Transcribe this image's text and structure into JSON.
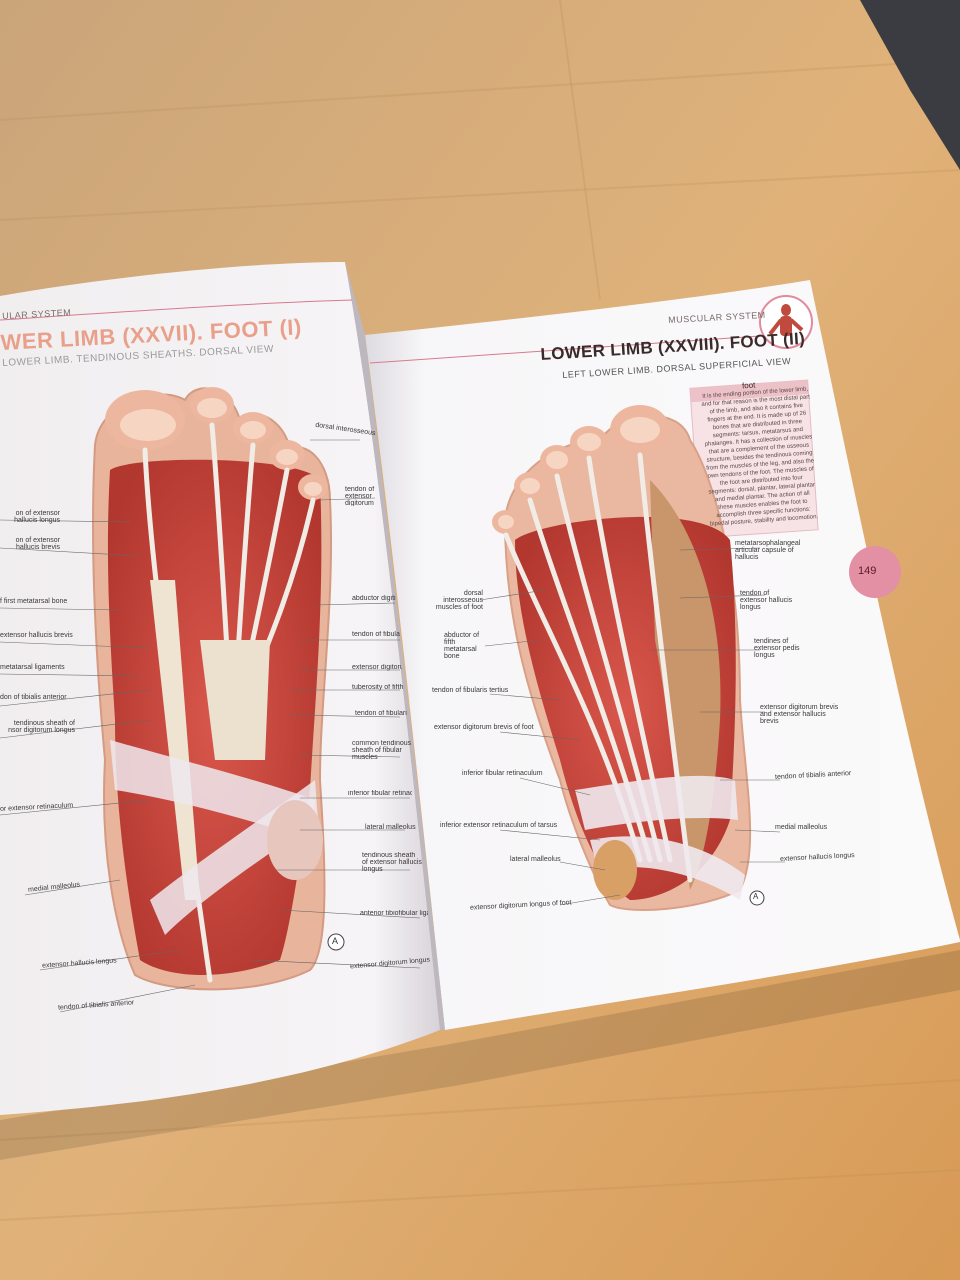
{
  "left_page": {
    "running_header": "ULAR SYSTEM",
    "title": "WER LIMB (XXVII). FOOT (I)",
    "subtitle": "LOWER LIMB. TENDINOUS SHEATHS. DORSAL VIEW",
    "figure_marker": "A",
    "labels_left": [
      "dorsal interosseous",
      "on of extensor hallucis longus",
      "on of extensor hallucis brevis",
      "f first metatarsal bone",
      "extensor hallucis brevis",
      "metatarsal ligaments",
      "don of tibialis anterior",
      "tendinous sheath of nsor digitorum longus",
      "or extensor retinaculum",
      "medial malleolus",
      "extensor hallucis longus",
      "tendon of tibialis anterior"
    ],
    "labels_right": [
      "tendon of extensor digitorum longus",
      "abductor digiti minimi",
      "tendon of fibularis brevis",
      "extensor digitorum brevis",
      "tuberosity of fifth metatarsal",
      "tendon of fibularis tertius",
      "common tendinous sheath of fibular muscles",
      "inferior fibular retinaculum",
      "lateral malleolus",
      "tendinous sheath of extensor hallucis longus",
      "anterior tibiofibular ligament",
      "extensor digitorum longus"
    ]
  },
  "right_page": {
    "running_header": "MUSCULAR SYSTEM",
    "title": "LOWER LIMB (XXVIII). FOOT (II)",
    "subtitle": "LEFT LOWER LIMB. DORSAL SUPERFICIAL VIEW",
    "page_number": "149",
    "figure_marker": "A",
    "info_box": {
      "title": "foot",
      "text": "It is the ending portion of the lower limb, and for that reason is the most distal part of the limb, and also it contains five fingers at the end. It is made up of 26 bones that are distributed in three segments: tarsus, metatarsus and phalanges. It has a collection of muscles that are a complement of the osseous structure, besides the tendinous coming from the muscles of the leg, and also the own tendons of the foot. The muscles of the foot are distributed into four segments: dorsal, plantar, lateral plantar and medial plantar. The action of all these muscles enables the foot to accomplish three specific functions: bipedal posture, stability and locomotion."
    },
    "labels_left": [
      "dorsal interosseous muscles of foot",
      "abductor of fifth metatarsal bone",
      "tendon of fibularis tertius",
      "extensor digitorum brevis of foot",
      "inferior fibular retinaculum",
      "inferior extensor retinaculum of tarsus",
      "lateral malleolus",
      "extensor digitorum longus of foot"
    ],
    "labels_right": [
      "metatarsophalangeal articular capsule of hallucis",
      "tendon of extensor hallucis longus",
      "tendines of extensor pedis longus",
      "extensor digitorum brevis and extensor hallucis brevis",
      "tendon of tibialis anterior",
      "medial malleolus",
      "extensor hallucis longus"
    ]
  },
  "colors": {
    "table_wood": "#d9a866",
    "page_paper": "#f6f4f5",
    "muscle_red": "#c8443e",
    "tendon_white": "#f1ece6",
    "skin": "#eab8a0",
    "accent_pink": "#e38fa4"
  }
}
